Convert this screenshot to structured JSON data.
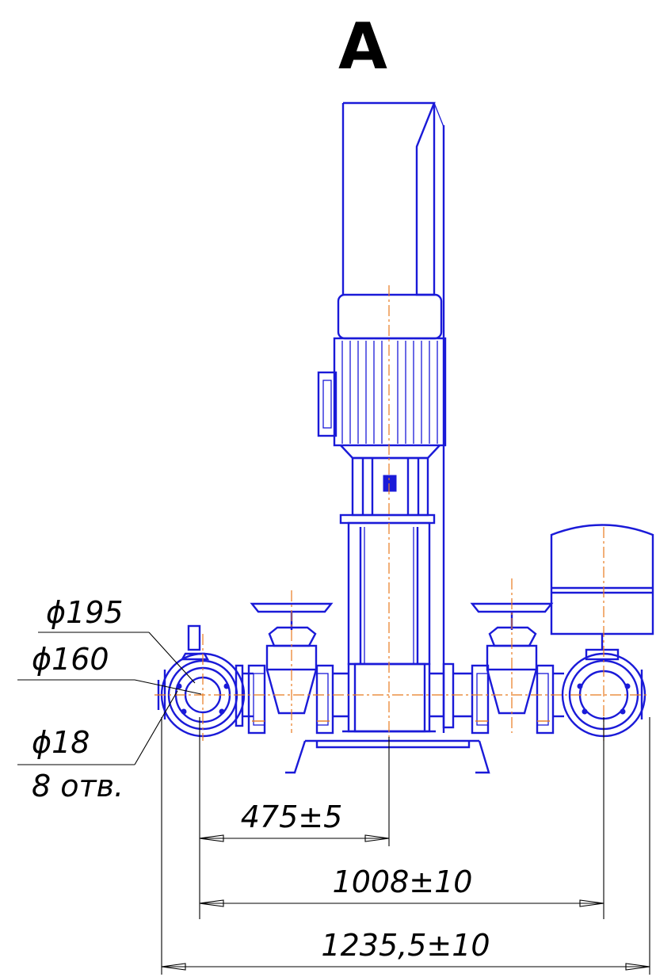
{
  "view_title": "A",
  "flange_callouts": {
    "outer_diameter": "ϕ195",
    "bolt_circle": "ϕ160",
    "hole_diameter": "ϕ18",
    "hole_count": "8 отв."
  },
  "dimensions": {
    "pump_offset": "475±5",
    "flange_centers": "1008±10",
    "overall_length": "1235,5±10"
  },
  "colors": {
    "outline": "#1a1ad8",
    "centerline": "#e87a1e",
    "dimension": "#000000"
  }
}
